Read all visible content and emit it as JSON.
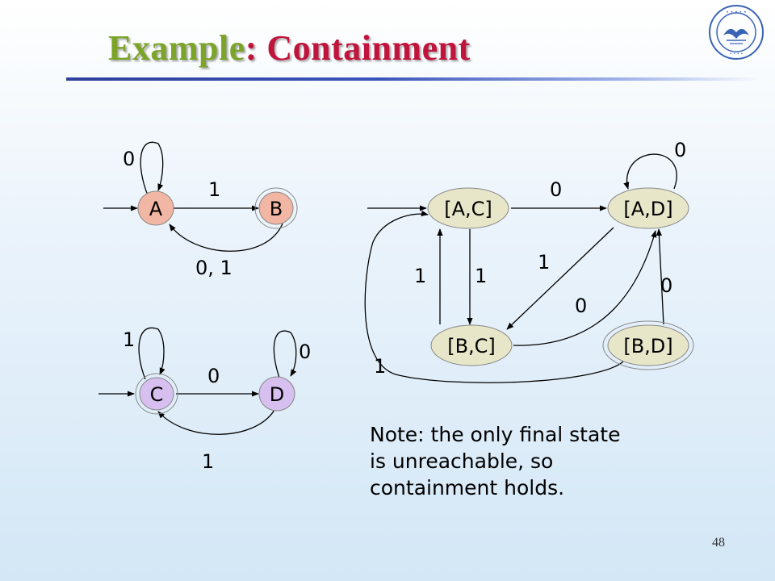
{
  "title": {
    "part1": "Example",
    "part2": ": Containment"
  },
  "page_number": "48",
  "note_lines": [
    "Note: the only final state",
    "is unreachable, so",
    "containment holds."
  ],
  "colors": {
    "node_ab": "#f2b6a4",
    "node_cd": "#d7bff0",
    "node_product": "#e8e6c9",
    "arrow": "#000000",
    "title_green": "#7ba428",
    "title_red": "#c0143c"
  },
  "automaton_1": {
    "states": [
      {
        "label": "A",
        "start": true,
        "final": false
      },
      {
        "label": "B",
        "start": false,
        "final": true
      }
    ],
    "transitions": [
      {
        "from": "A",
        "to": "A",
        "label": "0"
      },
      {
        "from": "A",
        "to": "B",
        "label": "1"
      },
      {
        "from": "B",
        "to": "A",
        "label": "0, 1"
      }
    ]
  },
  "automaton_2": {
    "states": [
      {
        "label": "C",
        "start": true,
        "final": true
      },
      {
        "label": "D",
        "start": false,
        "final": false
      }
    ],
    "transitions": [
      {
        "from": "C",
        "to": "C",
        "label": "1"
      },
      {
        "from": "D",
        "to": "D",
        "label": "0"
      },
      {
        "from": "C",
        "to": "D",
        "label": "0"
      },
      {
        "from": "D",
        "to": "C",
        "label": "1"
      }
    ]
  },
  "product": {
    "states": [
      {
        "label": "[A,C]",
        "start": true,
        "final": false
      },
      {
        "label": "[A,D]",
        "start": false,
        "final": false
      },
      {
        "label": "[B,C]",
        "start": false,
        "final": false
      },
      {
        "label": "[B,D]",
        "start": false,
        "final": true
      }
    ],
    "transitions": [
      {
        "from": "[A,C]",
        "to": "[A,D]",
        "label": "0"
      },
      {
        "from": "[A,D]",
        "to": "[A,D]",
        "label": "0"
      },
      {
        "from": "[A,C]",
        "to": "[B,C]",
        "label": "1"
      },
      {
        "from": "[B,C]",
        "to": "[A,C]",
        "label": "1"
      },
      {
        "from": "[A,D]",
        "to": "[B,C]",
        "label": "1"
      },
      {
        "from": "[B,C]",
        "to": "[A,D]",
        "label": "0"
      },
      {
        "from": "[B,D]",
        "to": "[A,D]",
        "label": "0"
      },
      {
        "from": "[B,D]",
        "to": "[A,C]",
        "label": "1"
      }
    ]
  }
}
